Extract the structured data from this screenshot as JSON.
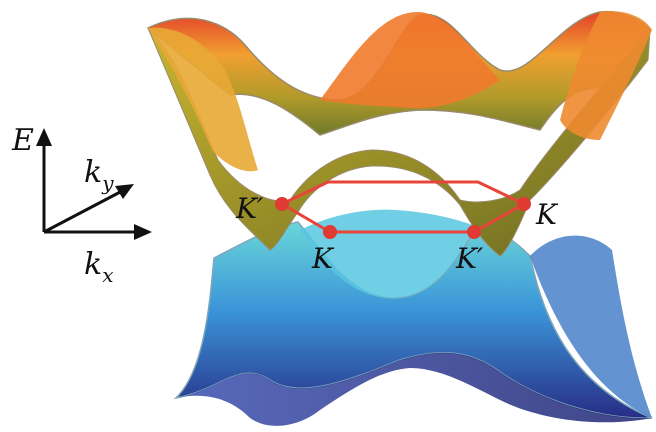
{
  "axes": {
    "energy_label": "E",
    "ky_base": "k",
    "ky_sub": "y",
    "kx_base": "k",
    "kx_sub": "x"
  },
  "dirac_points": [
    {
      "label": "K′"
    },
    {
      "label": "K"
    },
    {
      "label": "K"
    },
    {
      "label": "K′"
    }
  ],
  "colors": {
    "upper_band_top": "#e0402a",
    "upper_band_mid": "#f0a030",
    "upper_band_low": "#8a8a2a",
    "lower_band_top": "#5fd0e0",
    "lower_band_mid": "#3a90d0",
    "lower_band_bottom": "#2a2f8a",
    "hexagon": "#e8443a",
    "axis": "#111111"
  }
}
